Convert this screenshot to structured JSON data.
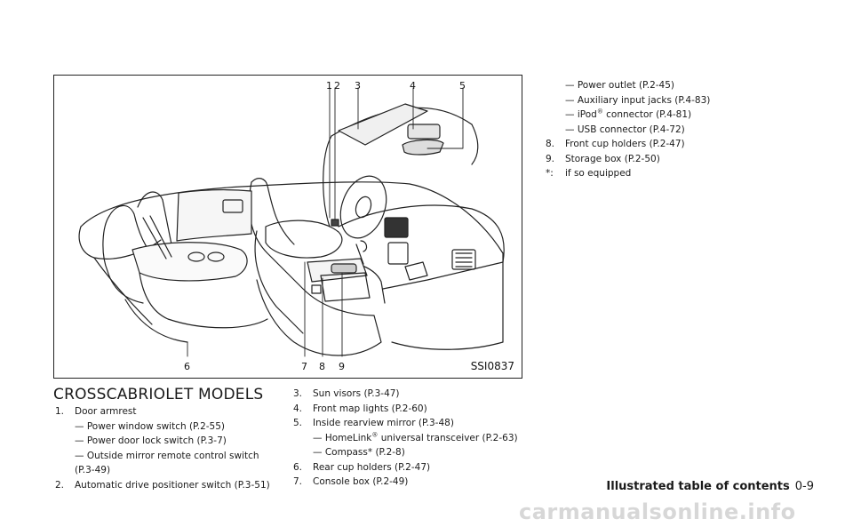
{
  "figure": {
    "code": "SSI0837",
    "callouts": [
      "1",
      "2",
      "3",
      "4",
      "5",
      "6",
      "7",
      "8",
      "9"
    ]
  },
  "section_title": "CROSSCABRIOLET MODELS",
  "col1": {
    "item1_num": "1.",
    "item1_label": "Door armrest",
    "item1_sub1": "— Power window switch (P.2-55)",
    "item1_sub2": "— Power door lock switch (P.3-7)",
    "item1_sub3a": "— Outside mirror remote control switch",
    "item1_sub3b": "(P.3-49)",
    "item2_num": "2.",
    "item2_label": "Automatic drive positioner switch (P.3-51)"
  },
  "col2": {
    "item3_num": "3.",
    "item3_label": "Sun visors (P.3-47)",
    "item4_num": "4.",
    "item4_label": "Front map lights (P.2-60)",
    "item5_num": "5.",
    "item5_label": "Inside rearview mirror (P.3-48)",
    "item5_sub1_pre": "— HomeLink",
    "item5_sub1_reg": "®",
    "item5_sub1_post": " universal transceiver (P.2-63)",
    "item5_sub2": "— Compass* (P.2-8)",
    "item6_num": "6.",
    "item6_label": "Rear cup holders (P.2-47)",
    "item7_num": "7.",
    "item7_label": "Console box (P.2-49)"
  },
  "col3": {
    "sub1": "— Power outlet (P.2-45)",
    "sub2": "— Auxiliary input jacks (P.4-83)",
    "sub3_pre": "— iPod",
    "sub3_reg": "®",
    "sub3_post": " connector (P.4-81)",
    "sub4": "— USB connector (P.4-72)",
    "item8_num": "8.",
    "item8_label": "Front cup holders (P.2-47)",
    "item9_num": "9.",
    "item9_label": "Storage box (P.2-50)",
    "note_num": "*:",
    "note_label": "if so equipped"
  },
  "footer": {
    "title": "Illustrated table of contents",
    "page": "0-9"
  },
  "watermark": "carmanualsonline.info"
}
